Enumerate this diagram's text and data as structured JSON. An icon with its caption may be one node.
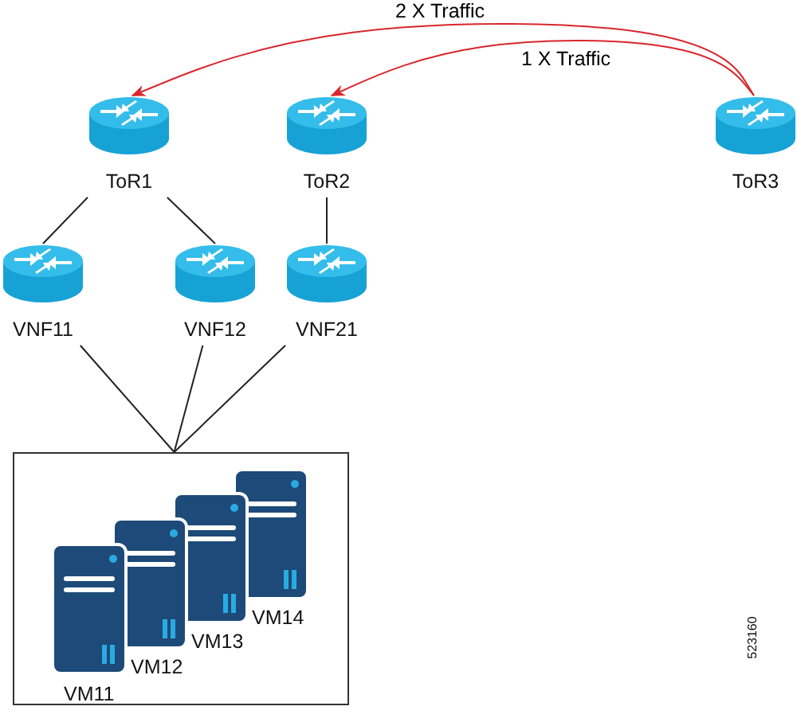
{
  "diagram": {
    "nodes": [
      {
        "text": [
          "ToR1"
        ]
      },
      {
        "text": [
          "ToR2"
        ]
      },
      {
        "text": [
          "ToR3"
        ]
      },
      {
        "text": [
          "VNF11"
        ]
      },
      {
        "text": [
          "VNF12"
        ]
      },
      {
        "text": [
          "VNF21"
        ]
      },
      {
        "text": [],
        "shape": "box"
      },
      {
        "text": [
          "VM11"
        ],
        "in": 6
      },
      {
        "text": [
          "VM12"
        ],
        "in": 6
      },
      {
        "text": [
          "VM13"
        ],
        "in": 6
      },
      {
        "text": [
          "VM14"
        ],
        "in": 6
      }
    ],
    "edges": [
      {
        "from": 2,
        "to": 0,
        "arrow": "to",
        "label": "2 X Traffic",
        "color": "#d9262c"
      },
      {
        "from": 2,
        "to": 1,
        "arrow": "to",
        "label": "1 X Traffic",
        "color": "#d9262c"
      },
      {
        "from": 0,
        "to": 3,
        "arrow": "none"
      },
      {
        "from": 0,
        "to": 4,
        "arrow": "none"
      },
      {
        "from": 1,
        "to": 5,
        "arrow": "none"
      },
      {
        "from": 3,
        "to": 6,
        "arrow": "none"
      },
      {
        "from": 4,
        "to": 6,
        "arrow": "none"
      },
      {
        "from": 5,
        "to": 6,
        "arrow": "none"
      }
    ],
    "labels": [
      "523160"
    ]
  }
}
